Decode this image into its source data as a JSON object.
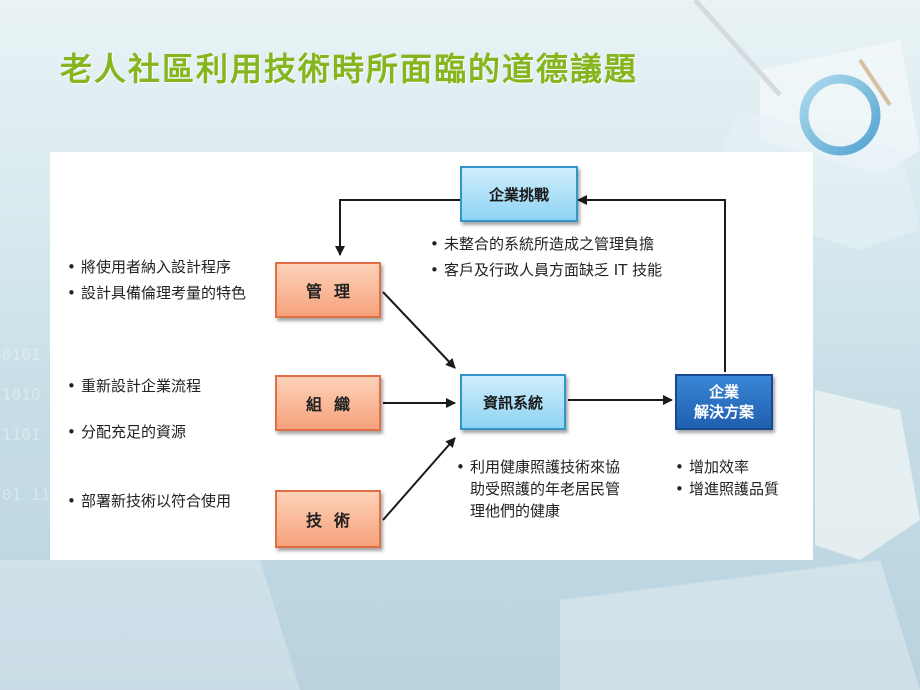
{
  "slide": {
    "title": "老人社區利用技術時所面臨的道德議題"
  },
  "diagram": {
    "nodes": {
      "challenge": "企業挑戰",
      "management": "管理",
      "organization": "組織",
      "technology": "技術",
      "info_system": "資訊系統",
      "solution_line1": "企業",
      "solution_line2": "解決方案"
    },
    "notes": {
      "challenge": [
        "未整合的系統所造成之管理負擔",
        "客戶及行政人員方面缺乏 IT 技能"
      ],
      "management": [
        "將使用者納入設計程序",
        "設計具備倫理考量的特色"
      ],
      "organization": [
        "重新設計企業流程",
        "分配充足的資源"
      ],
      "technology": [
        "部署新技術以符合使用"
      ],
      "info_system": [
        "利用健康照護技術來協助受照護的年老居民管理他們的健康"
      ],
      "solution": [
        "增加效率",
        "增進照護品質"
      ]
    }
  }
}
